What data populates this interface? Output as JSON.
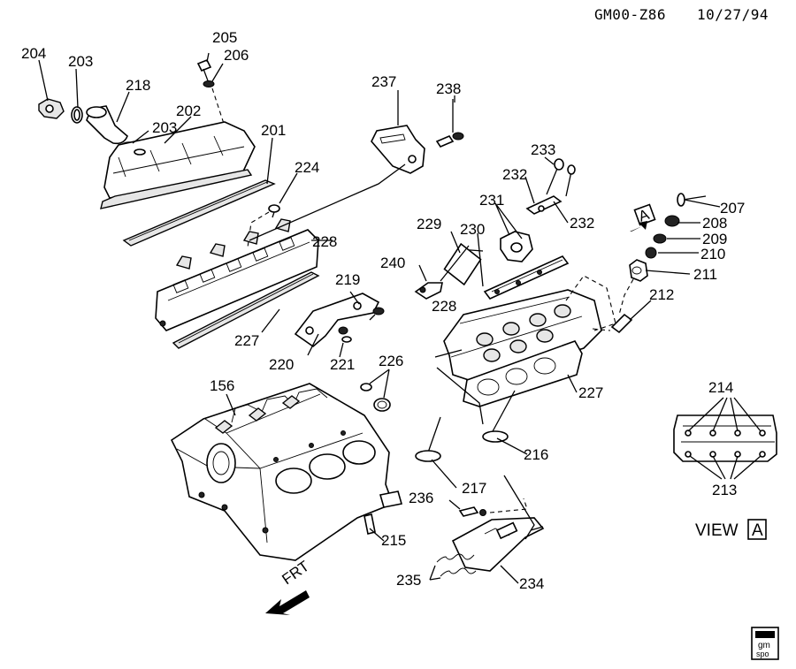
{
  "header": {
    "diagram_code": "GM00-Z86",
    "date": "10/27/94"
  },
  "callouts": {
    "c204": "204",
    "c203a": "203",
    "c218": "218",
    "c205": "205",
    "c206": "206",
    "c202": "202",
    "c203b": "203",
    "c201": "201",
    "c224": "224",
    "c228a": "228",
    "c227a": "227",
    "c219": "219",
    "c220": "220",
    "c221": "221",
    "c226": "226",
    "c156": "156",
    "c215": "215",
    "c237": "237",
    "c238": "238",
    "c229": "229",
    "c230": "230",
    "c231": "231",
    "c232a": "232",
    "c232b": "232",
    "c233": "233",
    "c240": "240",
    "c228b": "228",
    "c227b": "227",
    "c216": "216",
    "c217": "217",
    "c236": "236",
    "c235": "235",
    "c234": "234",
    "c207": "207",
    "c208": "208",
    "c209": "209",
    "c210": "210",
    "c211": "211",
    "c212": "212",
    "c214": "214",
    "c213": "213"
  },
  "view_ref": {
    "text": "VIEW",
    "letter": "A"
  },
  "marker_letter": "A",
  "front_arrow": {
    "text": "FRT"
  },
  "logo": {
    "line1": "gm",
    "line2": "spo"
  }
}
